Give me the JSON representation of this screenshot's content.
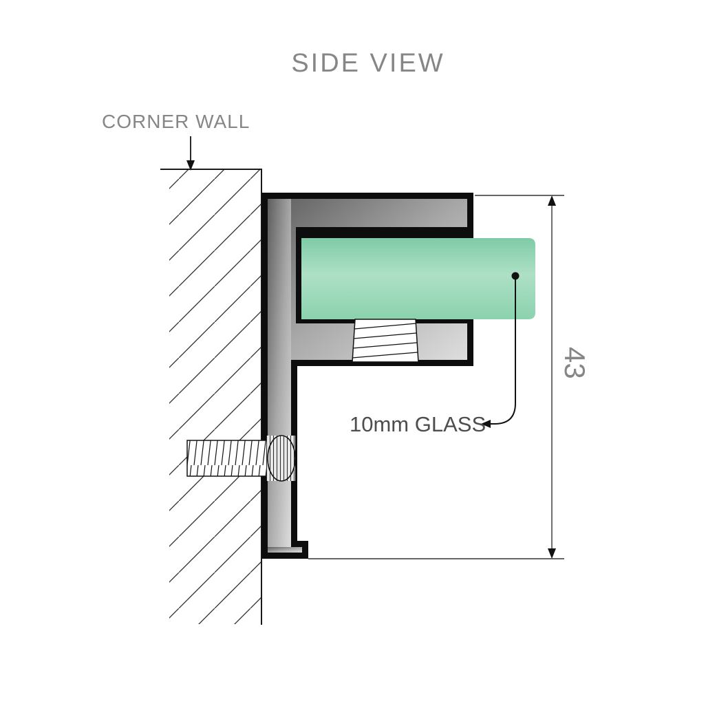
{
  "title": "SIDE VIEW",
  "labels": {
    "corner_wall": "CORNER WALL",
    "glass_callout": "10mm GLASS",
    "dimension_value": "43"
  },
  "colors": {
    "text_gray": "#868686",
    "callout_text": "#4d4d4d",
    "line": "#1a1a1a",
    "metal_dark": "#5e5e5e",
    "metal_mid": "#a8a8a8",
    "metal_light": "#dedede",
    "glass_top": "#7fcba6",
    "glass_mid": "#aee0c6",
    "glass_bottom": "#8bd2ae"
  }
}
